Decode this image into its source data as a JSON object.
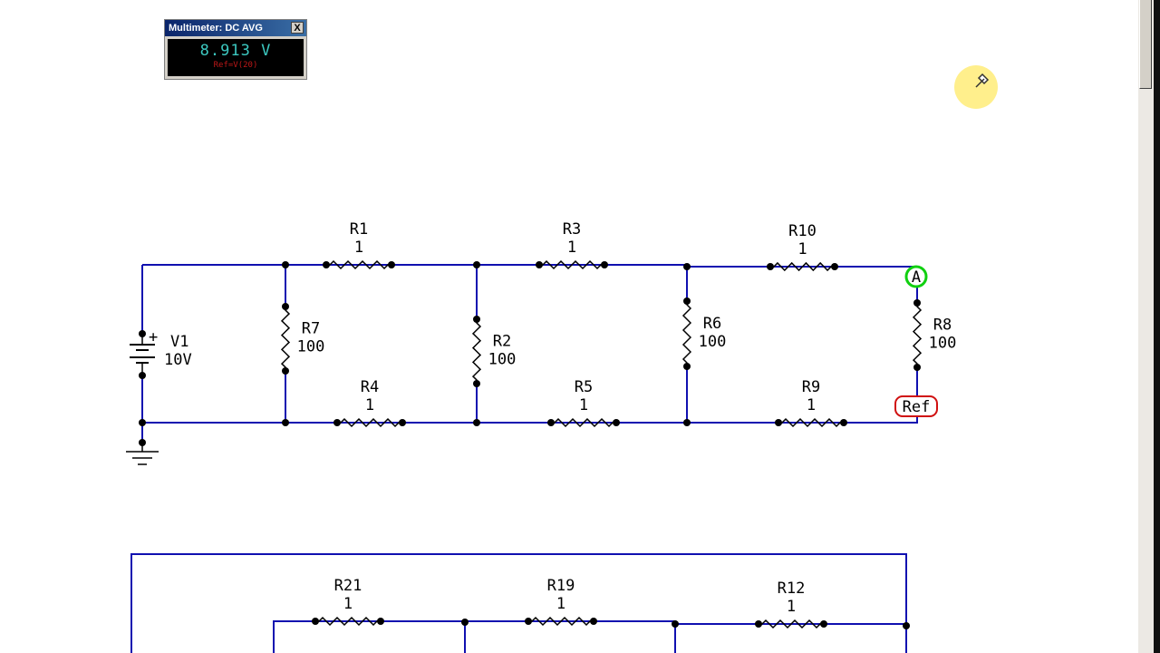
{
  "multimeter": {
    "title": "Multimeter: DC AVG",
    "close_label": "X",
    "reading": "8.913 V",
    "reference": "Ref=V(20)"
  },
  "source": {
    "name": "V1",
    "value": "10V",
    "polarity": "+"
  },
  "resistors_top": [
    {
      "name": "R1",
      "value": "1"
    },
    {
      "name": "R3",
      "value": "1"
    },
    {
      "name": "R10",
      "value": "1"
    },
    {
      "name": "R4",
      "value": "1"
    },
    {
      "name": "R5",
      "value": "1"
    },
    {
      "name": "R9",
      "value": "1"
    },
    {
      "name": "R7",
      "value": "100"
    },
    {
      "name": "R2",
      "value": "100"
    },
    {
      "name": "R6",
      "value": "100"
    },
    {
      "name": "R8",
      "value": "100"
    }
  ],
  "resistors_bottom": [
    {
      "name": "R21",
      "value": "1"
    },
    {
      "name": "R19",
      "value": "1"
    },
    {
      "name": "R12",
      "value": "1"
    }
  ],
  "probes": {
    "a_label": "A",
    "ref_label": "Ref"
  },
  "colors": {
    "wire": "#1010b0",
    "probe_a": "#10d010",
    "probe_ref": "#d01010"
  }
}
